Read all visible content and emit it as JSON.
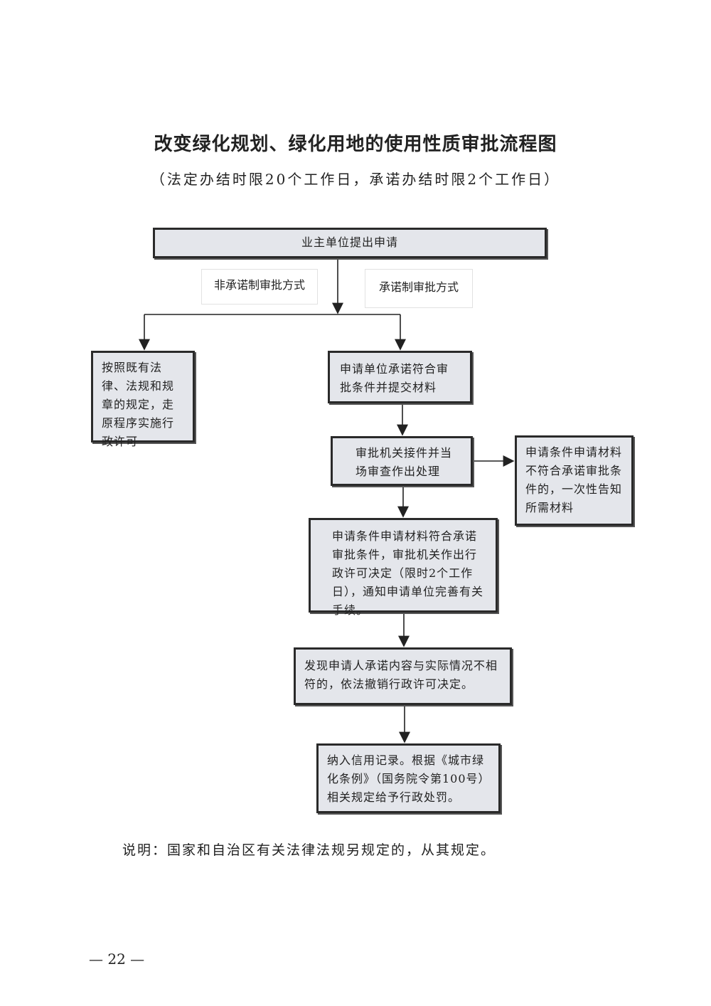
{
  "title": "改变绿化规划、绿化用地的使用性质审批流程图",
  "subtitle": "（法定办结时限20个工作日，承诺办结时限2个工作日）",
  "flow": {
    "start": "业主单位提出申请",
    "branch_labels": {
      "non_commitment": "非承诺制审批方式",
      "commitment": "承诺制审批方式"
    },
    "left_box": "按照既有法律、法规和规章的规定，走原程序实施行政许可",
    "step1": "申请单位承诺符合审批条件并提交材料",
    "step2": "审批机关接件并当场审查作出处理",
    "side_box": "申请条件申请材料不符合承诺审批条件的，一次性告知所需材料",
    "step3": "申请条件申请材料符合承诺审批条件，审批机关作出行政许可决定（限时2个工作日），通知申请单位完善有关手续。",
    "step4": "发现申请人承诺内容与实际情况不相符的，依法撤销行政许可决定。",
    "step5": "纳入信用记录。根据《城市绿化条例》（国务院令第100号）相关规定给予行政处罚。"
  },
  "note": "说明：国家和自治区有关法律法规另规定的，从其规定。",
  "page_number": "— 22 —"
}
